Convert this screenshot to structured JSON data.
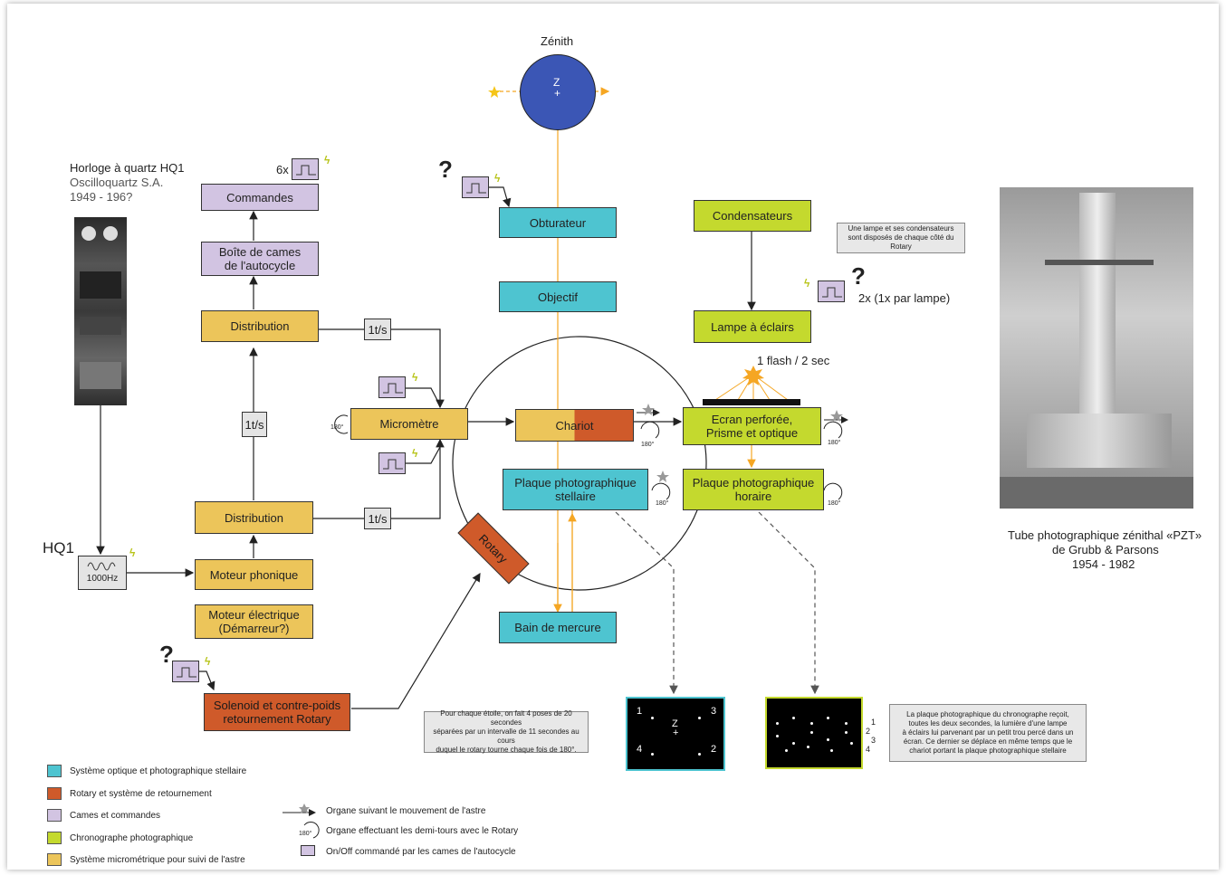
{
  "zenith": {
    "title": "Zénith",
    "z": "Z"
  },
  "clock": {
    "line1": "Horloge à quartz HQ1",
    "line2": "Oscilloquartz S.A.",
    "line3": "1949 - 196?",
    "hq1": "HQ1",
    "freq": "1000Hz"
  },
  "boxes": {
    "commandes": "Commandes",
    "boite_l1": "Boîte de cames",
    "boite_l2": "de l'autocycle",
    "distribution_top": "Distribution",
    "distribution_bottom": "Distribution",
    "micrometre": "Micromètre",
    "moteur_phonique": "Moteur phonique",
    "moteur_elec_l1": "Moteur électrique",
    "moteur_elec_l2": "(Démarreur?)",
    "solenoid_l1": "Solenoid et contre-poids",
    "solenoid_l2": "retournement Rotary",
    "obturateur": "Obturateur",
    "objectif": "Objectif",
    "chariot": "Chariot",
    "plaque_stell_l1": "Plaque photographique",
    "plaque_stell_l2": "stellaire",
    "bain": "Bain de mercure",
    "rotary": "Rotary",
    "condensateurs": "Condensateurs",
    "lampe": "Lampe à éclairs",
    "ecran_l1": "Ecran perforée,",
    "ecran_l2": "Prisme et optique",
    "plaque_hor_l1": "Plaque photographique",
    "plaque_hor_l2": "horaire"
  },
  "rates": {
    "r1": "1t/s",
    "r2": "1t/s",
    "r3": "1t/s"
  },
  "labels": {
    "six_x": "6x",
    "two_x": "2x (1x par lampe)",
    "flash": "1 flash / 2 sec",
    "deg180": "180°",
    "question": "?"
  },
  "notes": {
    "lampe_l1": "Une lampe et ses condensateurs",
    "lampe_l2": "sont disposés de chaque côté du",
    "lampe_l3": "Rotary",
    "etoile_l1": "Pour chaque étoile, on fait 4 poses de 20 secondes",
    "etoile_l2": "séparées par un intervalle de 11 secondes au cours",
    "etoile_l3": "duquel le rotary tourne chaque fois de 180°.",
    "chrono_l1": "La plaque photographique du chronographe reçoit,",
    "chrono_l2": "toutes les deux secondes, la lumière d'une lampe",
    "chrono_l3": "à éclairs lui parvenant par un petit trou percé dans un",
    "chrono_l4": "écran. Ce dernier se déplace en même temps que le",
    "chrono_l5": "chariot portant la plaque photographique stellaire"
  },
  "plates": {
    "n1": "1",
    "n2": "2",
    "n3": "3",
    "n4": "4",
    "z": "Z"
  },
  "photo_caption": {
    "l1": "Tube photographique zénithal «PZT»",
    "l2": "de Grubb & Parsons",
    "l3": "1954 - 1982"
  },
  "legend": {
    "items": [
      {
        "label": "Système optique et photographique stellaire",
        "color": "#4ec4d0"
      },
      {
        "label": "Rotary et système de retournement",
        "color": "#cf5a2a"
      },
      {
        "label": "Cames et commandes",
        "color": "#d2c4e2"
      },
      {
        "label": "Chronographe photographique",
        "color": "#c4d92e"
      },
      {
        "label": "Système micrométrique pour suivi de l'astre",
        "color": "#ecc55a"
      }
    ],
    "sym1": "Organe suivant le mouvement de l'astre",
    "sym2": "Organe effectuant les demi-tours avec le Rotary",
    "sym3": "On/Off  commandé par les cames de l'autocycle"
  }
}
